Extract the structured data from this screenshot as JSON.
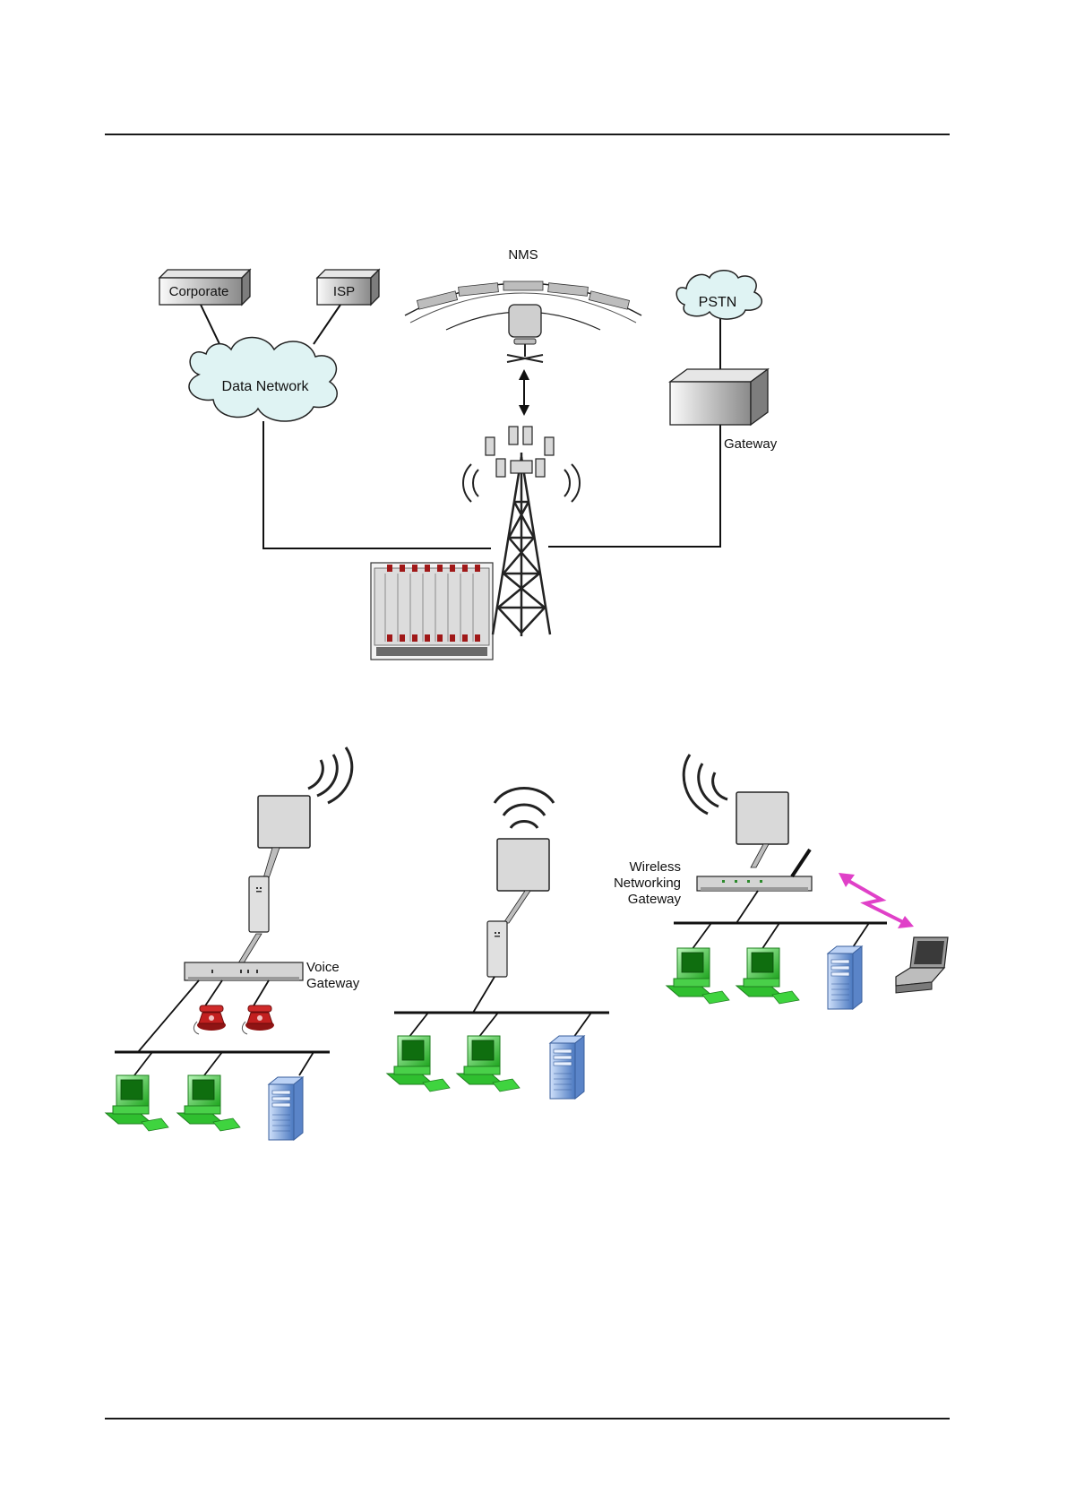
{
  "diagram": {
    "top": {
      "labels": {
        "corporate": "Corporate",
        "isp": "ISP",
        "data_network": "Data Network",
        "nms": "NMS",
        "pstn": "PSTN",
        "gateway": "Gateway"
      }
    },
    "bottom": {
      "labels": {
        "voice_gateway_line1": "Voice",
        "voice_gateway_line2": "Gateway",
        "wng_line1": "Wireless",
        "wng_line2": "Networking",
        "wng_line3": "Gateway"
      }
    }
  },
  "colors": {
    "cloud_fill": "#dff3f3",
    "pc_green": "#3ecf3e",
    "server_blue": "#7fa6de",
    "phone_red": "#c21f1f",
    "wireless_link": "#e040c8",
    "unit_gray": "#d8d8d8"
  }
}
